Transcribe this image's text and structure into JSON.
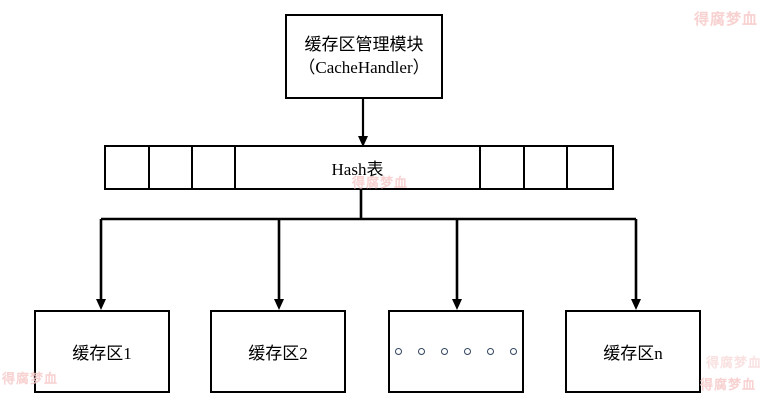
{
  "diagram": {
    "title_node": {
      "line1": "缓存区管理模块",
      "line2": "（CacheHandler）"
    },
    "hash_table": {
      "label": "Hash表",
      "left_cells": 3,
      "right_cells": 3
    },
    "leaves": [
      {
        "label": "缓存区1"
      },
      {
        "label": "缓存区2"
      },
      {
        "label": ""
      },
      {
        "label": "缓存区n"
      }
    ],
    "ellipsis_dots": 6
  },
  "watermarks": [
    {
      "text": "得腐梦血"
    },
    {
      "text": "得腐梦血"
    },
    {
      "text": "得腐梦血"
    },
    {
      "text": "得腐梦血"
    },
    {
      "text": "得腐梦血"
    }
  ],
  "colors": {
    "stroke": "#000000",
    "background": "#ffffff",
    "text": "#000000",
    "watermark": "#f7c9c9",
    "dot_outline": "#31445f"
  }
}
